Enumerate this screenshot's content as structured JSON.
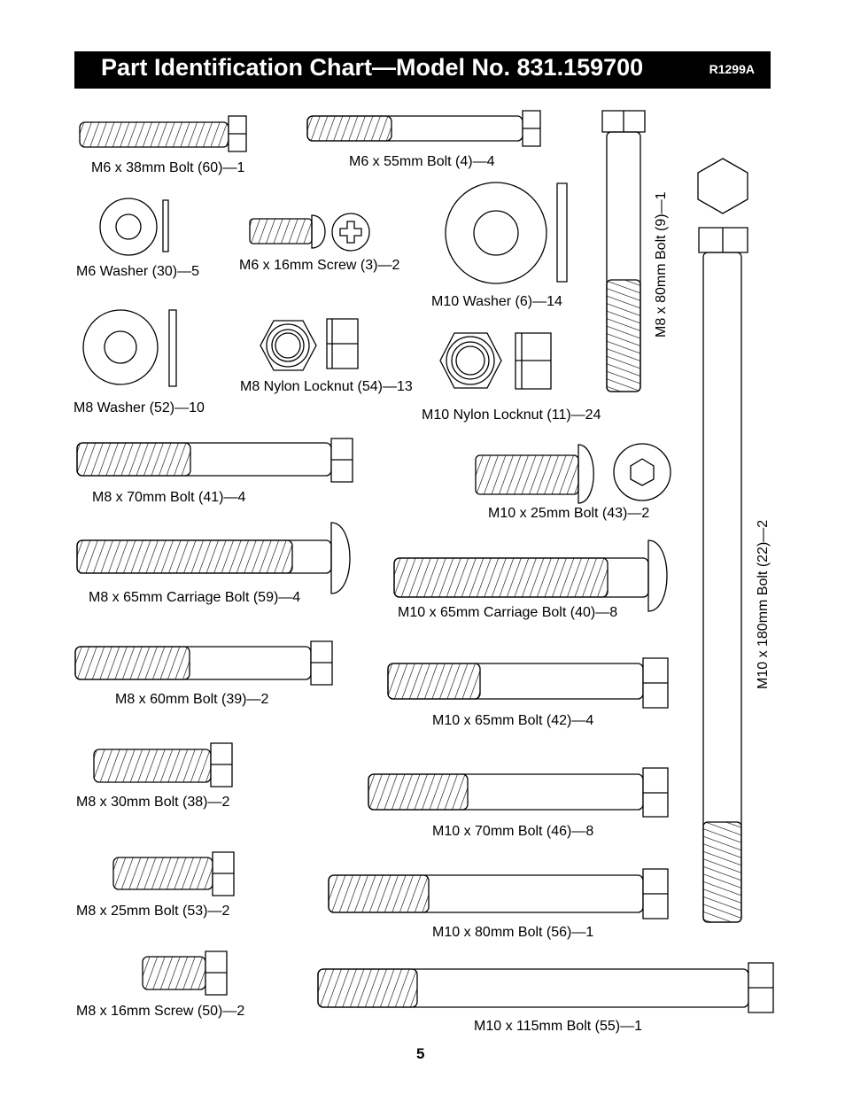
{
  "header": {
    "title": "Part Identification Chart—Model No. 831.159700",
    "code": "R1299A"
  },
  "parts": {
    "m6_38": "M6 x 38mm Bolt (60)—1",
    "m6_55": "M6 x 55mm Bolt (4)—4",
    "m8_80": "M8 x 80mm Bolt (9)—1",
    "m6_washer": "M6 Washer (30)—5",
    "m6_16_screw": "M6 x 16mm Screw (3)—2",
    "m10_washer": "M10 Washer (6)—14",
    "m8_washer": "M8 Washer (52)—10",
    "m8_locknut": "M8 Nylon Locknut (54)—13",
    "m10_locknut": "M10 Nylon Locknut (11)—24",
    "m8_70": "M8 x 70mm Bolt (41)—4",
    "m10_25": "M10 x 25mm Bolt (43)—2",
    "m8_65_carriage": "M8 x 65mm Carriage Bolt (59)—4",
    "m10_65_carriage": "M10 x 65mm Carriage Bolt (40)—8",
    "m8_60": "M8 x 60mm Bolt (39)—2",
    "m10_65": "M10 x 65mm Bolt (42)—4",
    "m8_30": "M8 x 30mm Bolt (38)—2",
    "m10_70": "M10 x 70mm Bolt (46)—8",
    "m10_180": "M10 x 180mm Bolt (22)—2",
    "m8_25": "M8 x 25mm Bolt (53)—2",
    "m10_80": "M10 x 80mm Bolt (56)—1",
    "m8_16_screw": "M8 x 16mm Screw (50)—2",
    "m10_115": "M10 x 115mm Bolt (55)—1"
  },
  "page_number": "5"
}
